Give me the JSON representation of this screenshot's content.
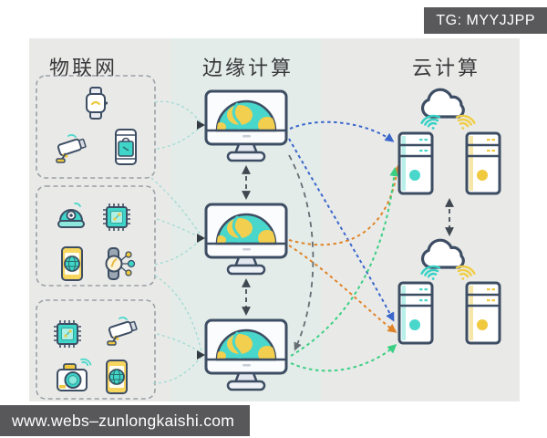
{
  "badge": {
    "label": "TG: MYYJJPP"
  },
  "watermark": {
    "label": "www.webs–zunlongkaishi.com"
  },
  "headers": {
    "iot": "物联网",
    "edge": "边缘计算",
    "cloud": "云计算"
  },
  "iot_groups": [
    {
      "id": "iot-group-1",
      "devices": [
        "smartwatch",
        "cctv-camera",
        "smartphone-shopping"
      ]
    },
    {
      "id": "iot-group-2",
      "devices": [
        "dome-camera",
        "processor-chip",
        "smartphone-globe",
        "smartwatch-network"
      ]
    },
    {
      "id": "iot-group-3",
      "devices": [
        "processor-chip",
        "cctv-camera",
        "photo-camera",
        "smartphone-globe"
      ]
    }
  ],
  "edge_nodes": [
    "edge-node-1",
    "edge-node-2",
    "edge-node-3"
  ],
  "cloud_clusters": [
    {
      "id": "cloud-cluster-1",
      "items": [
        "cloud",
        "wifi-teal",
        "wifi-yellow",
        "server-teal",
        "server-yellow"
      ]
    },
    {
      "id": "cloud-cluster-2",
      "items": [
        "cloud",
        "wifi-teal",
        "wifi-yellow",
        "server-teal",
        "server-yellow"
      ]
    }
  ],
  "connections": {
    "iot_to_edge": [
      {
        "from": "iot-group-1",
        "to": "edge-node-1",
        "color": "#a5dbd4"
      },
      {
        "from": "iot-group-1",
        "to": "edge-node-2",
        "color": "#a5dbd4"
      },
      {
        "from": "iot-group-2",
        "to": "edge-node-2",
        "color": "#a5dbd4"
      },
      {
        "from": "iot-group-2",
        "to": "edge-node-3",
        "color": "#a5dbd4"
      },
      {
        "from": "iot-group-3",
        "to": "edge-node-3",
        "color": "#a5dbd4"
      }
    ],
    "edge_to_edge": [
      {
        "from": "edge-node-1",
        "to": "edge-node-2",
        "style": "double-arrow",
        "color": "#454c55"
      },
      {
        "from": "edge-node-2",
        "to": "edge-node-3",
        "style": "double-arrow",
        "color": "#454c55"
      },
      {
        "from": "edge-node-1",
        "to": "edge-node-3",
        "style": "arrow",
        "color": "#676d73"
      }
    ],
    "edge_to_cloud": [
      {
        "from": "edge-node-1",
        "to": "cloud-cluster-1",
        "color": "#3a66cc"
      },
      {
        "from": "edge-node-1",
        "to": "cloud-cluster-2",
        "color": "#3a66cc"
      },
      {
        "from": "edge-node-2",
        "to": "cloud-cluster-1",
        "color": "#e08327"
      },
      {
        "from": "edge-node-2",
        "to": "cloud-cluster-2",
        "color": "#e08327"
      },
      {
        "from": "edge-node-3",
        "to": "cloud-cluster-1",
        "color": "#3bcf83"
      },
      {
        "from": "edge-node-3",
        "to": "cloud-cluster-2",
        "color": "#3bcf83"
      }
    ],
    "cloud_to_cloud": [
      {
        "from": "cloud-cluster-1",
        "to": "cloud-cluster-2",
        "style": "double-arrow",
        "color": "#454c55"
      }
    ]
  },
  "colors": {
    "background": "#e9eae8",
    "middle_band": "#e0ecea",
    "outline_navy": "#3d4d63",
    "teal": "#43d6c9",
    "yellow": "#f2cf4e",
    "line_blue": "#3a66cc",
    "line_orange": "#e08327",
    "line_green": "#3bcf83",
    "line_gray": "#676d73",
    "line_faint_teal": "#a5dbd4",
    "badge_bg": "#59595b"
  }
}
